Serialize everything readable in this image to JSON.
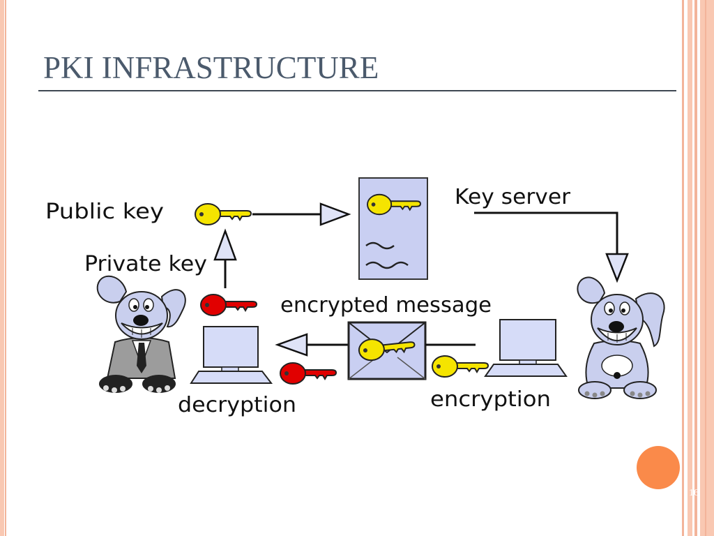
{
  "slide": {
    "title": "PKI INFRASTRUCTURE",
    "page_number": "16"
  },
  "diagram": {
    "labels": {
      "public_key": "Public key",
      "key_server": "Key server",
      "private_key": "Private key",
      "encrypted_message": "encrypted message",
      "decryption": "decryption",
      "encryption": "encryption"
    },
    "icons": {
      "public_key_icon": "yellow-key-icon",
      "private_key_icon": "red-key-icon",
      "key_server_icon": "document-icon",
      "message_icon": "envelope-icon",
      "computer_icon": "computer-icon",
      "left_character": "dog-in-suit-cartoon",
      "right_character": "dog-cartoon"
    }
  },
  "colors": {
    "title": "#4b5a6c",
    "accent": "#fa8a4a",
    "border": "#f9c8b2",
    "public_key": "#f5e400",
    "private_key": "#e10000",
    "paper": "#c9cff2"
  }
}
